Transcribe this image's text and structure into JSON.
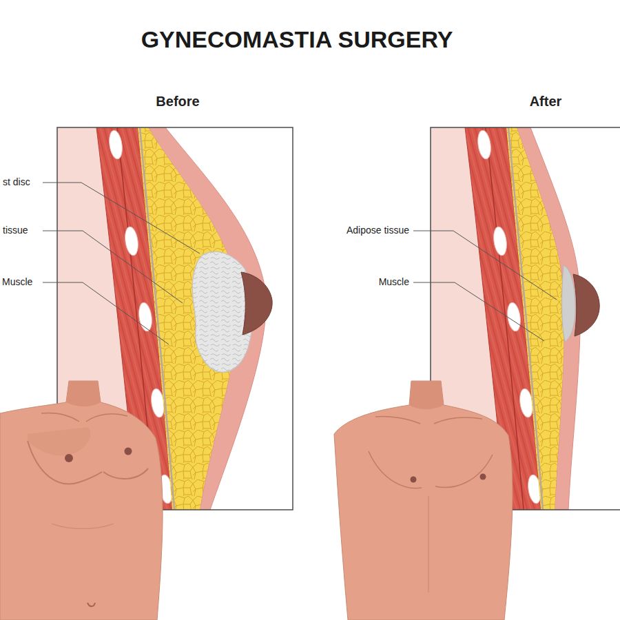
{
  "diagram": {
    "title": "GYNECOMASTIA SURGERY",
    "labels": [
      "Before",
      "After",
      "st disc",
      "tissue",
      "Muscle",
      "Adipose tissue",
      "Muscle"
    ]
  }
}
